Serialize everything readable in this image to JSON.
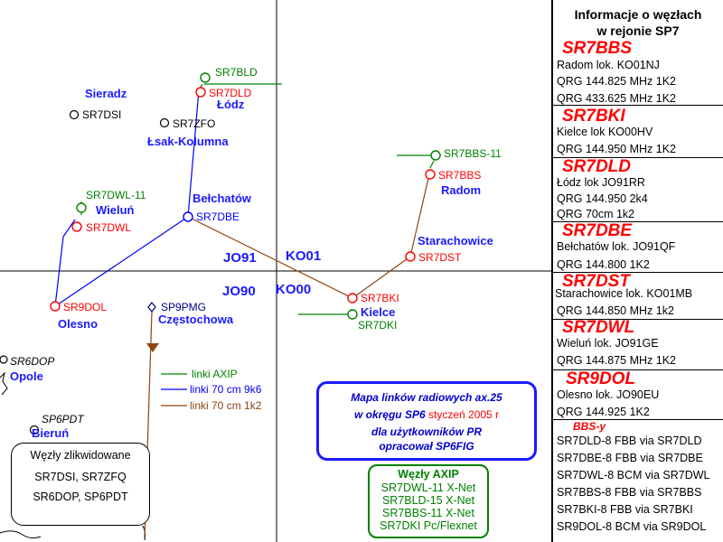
{
  "map": {
    "regions": {
      "sieradz": "Sieradz",
      "lodz": "Łódz",
      "lask": "Łsak-Kolumna",
      "wielun": "Wieluń",
      "belchatow": "Bełchatów",
      "radom": "Radom",
      "starachowice": "Starachowice",
      "kielce": "Kielce",
      "olesno": "Olesno",
      "czestochowa": "Częstochowa",
      "opole": "Opole",
      "bierun": "Bieruń"
    },
    "nodes": {
      "sr7dsi": "SR7DSI",
      "sr7zfo": "SR7ZFO",
      "sr7bld": "SR7BLD",
      "sr7dld": "SR7DLD",
      "sr7dwl11": "SR7DWL-11",
      "sr7dwl": "SR7DWL",
      "sr7dbe": "SR7DBE",
      "sr7bbs11": "SR7BBS-11",
      "sr7bbs": "SR7BBS",
      "sr7dst": "SR7DST",
      "sr7bki": "SR7BKI",
      "sr7dki": "SR7DKI",
      "sr9dol": "SR9DOL",
      "sp9pmg": "SP9PMG",
      "sr6dop": "SR6DOP",
      "sp6pdt": "SP6PDT"
    },
    "grid": {
      "jo91": "JO91",
      "ko01": "KO01",
      "jo90": "JO90",
      "ko00": "KO00"
    },
    "link_legend": {
      "axip": "linki AXIP",
      "cm70_9k6": "linki 70 cm 9k6",
      "cm70_1k2": "linki 70 cm 1k2"
    },
    "colors": {
      "axip": "#008000",
      "cm70_9k6": "#0000ff",
      "cm70_1k2": "#8b4513",
      "active_node": "#ff0000",
      "region": "#1a1aff"
    }
  },
  "legend_box": {
    "line1": "Mapa linków radiowych ax.25",
    "line2a": "w okręgu  SP6",
    "line2b": "styczeń 2005 r",
    "line3": "dla użytkowników PR",
    "line4": "opracował SP6FIG"
  },
  "axip_box": {
    "title": "Węzły AXIP",
    "items": [
      "SR7DWL-11 X-Net",
      "SR7BLD-15  X-Net",
      "SR7BBS-11 X-Net",
      "SR7DKI Pc/Flexnet"
    ]
  },
  "removed_box": {
    "title": "Węzły zlikwidowane",
    "line1": "SR7DSI,  SR7ZFQ",
    "line2": "SR6DOP,  SP6PDT"
  },
  "info": {
    "title1": "Informacje o węzłach",
    "title2": "w rejonie SP7",
    "nodes": [
      {
        "call": "SR7BBS",
        "lines": [
          "Radom  lok. KO01NJ",
          "QRG 144.825 MHz  1K2",
          "QRG 433.625 MHz 1K2"
        ]
      },
      {
        "call": "SR7BKI",
        "lines": [
          "Kielce  lok KO00HV",
          "QRG 144.950 MHz 1K2"
        ]
      },
      {
        "call": "SR7DLD",
        "lines": [
          "Łódz  lok JO91RR",
          "QRG 144.950  2k4",
          "QRG 70cm 1k2"
        ]
      },
      {
        "call": "SR7DBE",
        "lines": [
          "Bełchatów lok. JO91QF",
          "QRG 144.800 1K2"
        ]
      },
      {
        "call": "SR7DST",
        "lines": [
          "Starachowice lok. KO01MB",
          "QRG 144.850 MHz 1k2"
        ]
      },
      {
        "call": "SR7DWL",
        "lines": [
          "Wieluń  lok. JO91GE",
          "QRG 144.875 MHz 1K2"
        ]
      },
      {
        "call": "SR9DOL",
        "lines": [
          "Olesno lok. JO90EU",
          "QRG 144.925  1K2"
        ]
      }
    ],
    "bbs_head": "BBS-y",
    "bbs": [
      "SR7DLD-8 FBB via SR7DLD",
      "SR7DBE-8 FBB via SR7DBE",
      "SR7DWL-8 BCM via SR7DWL",
      "SR7BBS-8 FBB via SR7BBS",
      "SR7BKI-8 FBB via SR7BKI",
      "SR9DOL-8 BCM via SR9DOL"
    ]
  }
}
